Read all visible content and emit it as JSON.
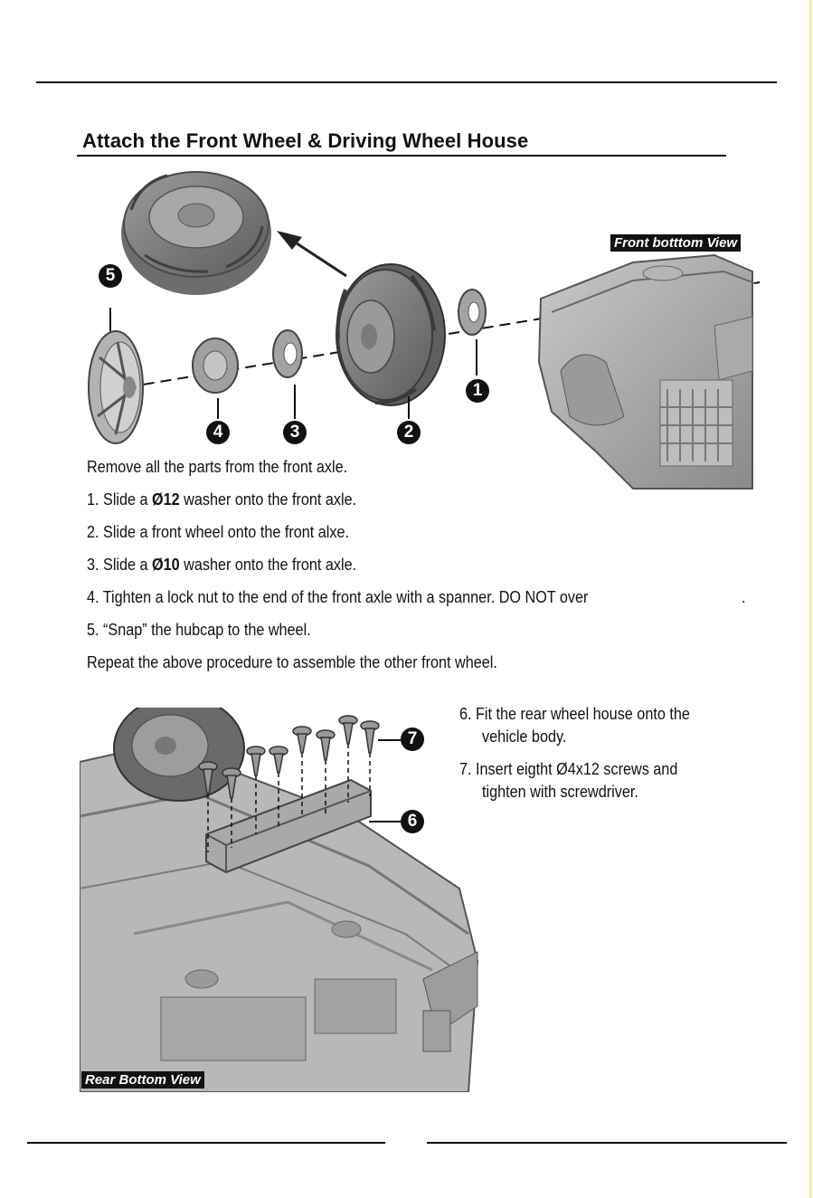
{
  "section": {
    "title": "Attach the Front Wheel & Driving Wheel House"
  },
  "front_view": {
    "label": "Front botttom View",
    "callouts": [
      "1",
      "2",
      "3",
      "4",
      "5"
    ]
  },
  "front_instructions": {
    "intro": "Remove all the parts from the front axle.",
    "step1_pre": "1. Slide a ",
    "step1_bold": "Ø12",
    "step1_post": " washer onto the front axle.",
    "step2": "2. Slide a front wheel onto the front alxe.",
    "step3_pre": "3. Slide a ",
    "step3_bold": "Ø10",
    "step3_post": " washer onto the front axle.",
    "step4": "4. Tighten a lock nut to the end of the front axle with a spanner. DO NOT over",
    "step4_end": ".",
    "step5": "5. “Snap” the hubcap to the wheel.",
    "repeat": "Repeat the above procedure to assemble the other  front  wheel."
  },
  "rear_instructions": {
    "step6_line1": "6. Fit the rear wheel house onto the",
    "step6_line2": "vehicle body.",
    "step7_line1": "7. Insert eigtht Ø4x12 screws and",
    "step7_line2": "tighten with screwdriver."
  },
  "rear_view": {
    "label": "Rear Bottom View",
    "callouts": [
      "6",
      "7"
    ]
  }
}
